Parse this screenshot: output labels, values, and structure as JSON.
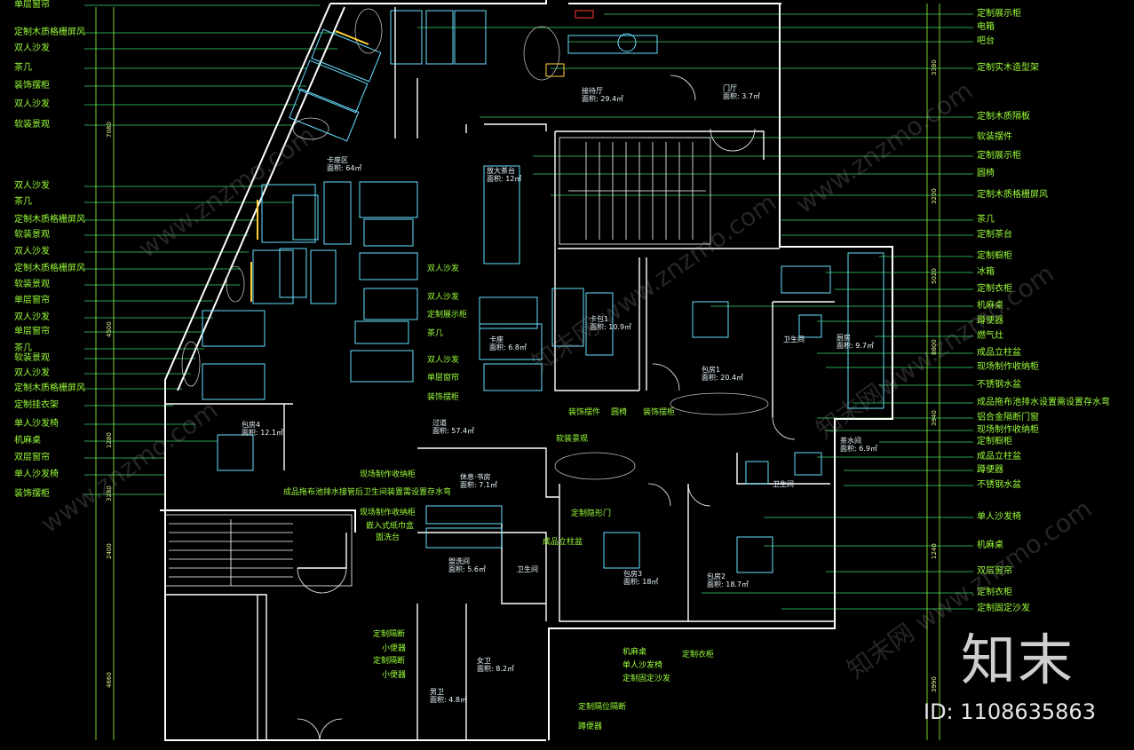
{
  "colors": {
    "background": "#000000",
    "label": "#9cff3a",
    "wall": "#ffffff",
    "furniture": "#66e0ff",
    "leader": "#39d96b",
    "accent_red": "#ff3b3b",
    "accent_yellow": "#ffd23a"
  },
  "left_labels": [
    "单层窗帘",
    "定制木质格栅屏风",
    "双人沙发",
    "茶几",
    "装饰摆柜",
    "双人沙发",
    "软装景观",
    "双人沙发",
    "茶几",
    "定制木质格栅屏风",
    "软装景观",
    "双人沙发",
    "定制木质格栅屏风",
    "软装景观",
    "单层窗帘",
    "双人沙发",
    "单层窗帘",
    "茶几",
    "软装景观",
    "双人沙发",
    "定制木质格栅屏风",
    "定制挂衣架",
    "单人沙发椅",
    "机麻桌",
    "双层窗帘",
    "单人沙发椅",
    "装饰摆柜"
  ],
  "right_labels": [
    "定制展示柜",
    "电箱",
    "吧台",
    "定制实木造型架",
    "定制木质隔板",
    "软装摆件",
    "定制展示柜",
    "圆椅",
    "定制木质格栅屏风",
    "茶几",
    "定制茶台",
    "定制橱柜",
    "冰箱",
    "定制衣柜",
    "机麻桌",
    "蹲便器",
    "燃气灶",
    "成品立柱盆",
    "现场制作收纳柜",
    "不锈钢水盆",
    "成品拖布池排水设置需设置存水弯",
    "铝合金隔断门窗",
    "现场制作收纳柜",
    "定制橱柜",
    "成品立柱盆",
    "蹲便器",
    "不锈钢水盆",
    "单人沙发椅",
    "机麻桌",
    "双层窗帘",
    "定制衣柜",
    "定制固定沙发"
  ],
  "rooms": [
    {
      "name": "接待厅",
      "area": "面积: 29.4㎡"
    },
    {
      "name": "门厅",
      "area": "面积: 3.7㎡"
    },
    {
      "name": "卡座区",
      "area": "面积: 64㎡"
    },
    {
      "name": "放大茶台",
      "area": "面积: 12㎡"
    },
    {
      "name": "卡包1",
      "area": "面积: 10.9㎡"
    },
    {
      "name": "卡座",
      "area": "面积: 6.8㎡"
    },
    {
      "name": "包房1",
      "area": "面积: 20.4㎡"
    },
    {
      "name": "卫生间",
      "area": ""
    },
    {
      "name": "厨房",
      "area": "面积: 9.7㎡"
    },
    {
      "name": "包房4",
      "area": "面积: 12.1㎡"
    },
    {
      "name": "过道",
      "area": "面积: 57.4㎡"
    },
    {
      "name": "茶水间",
      "area": "面积: 6.9㎡"
    },
    {
      "name": "休息·书房",
      "area": "面积: 7.1㎡"
    },
    {
      "name": "卫生间",
      "area": ""
    },
    {
      "name": "盥洗间",
      "area": "面积: 5.6㎡"
    },
    {
      "name": "卫生间",
      "area": ""
    },
    {
      "name": "包房3",
      "area": "面积: 18㎡"
    },
    {
      "name": "包房2",
      "area": "面积: 18.7㎡"
    },
    {
      "name": "女卫",
      "area": "面积: 8.2㎡"
    },
    {
      "name": "男卫",
      "area": "面积: 4.8㎡"
    }
  ],
  "callouts": [
    "双人沙发",
    "双人沙发",
    "定制展示柜",
    "茶几",
    "双人沙发",
    "单层窗帘",
    "装饰摆柜",
    "装饰摆件",
    "圆椅",
    "装饰摆柜",
    "软装景观",
    "现场制作收纳柜",
    "成品拖布池排水接管后卫生间装置需设置存水弯",
    "现场制作收纳柜",
    "嵌入式纸巾盒",
    "盥洗台",
    "定制隐形门",
    "成品立柱盆",
    "定制隔断",
    "小便器",
    "定制隔断",
    "小便器",
    "机麻桌",
    "单人沙发椅",
    "定制固定沙发",
    "定制衣柜",
    "定制隔位隔断",
    "蹲便器"
  ],
  "dimensions_left": [
    "7080",
    "4500",
    "1280",
    "3280",
    "2400",
    "4660"
  ],
  "dimensions_right": [
    "3380",
    "3200",
    "5020",
    "8800",
    "3940",
    "1240",
    "3990"
  ],
  "watermark": {
    "logo": "知末",
    "id": "ID: 1108635863",
    "diagonal": [
      "www.znzmo.com",
      "www.znzmo.com",
      "www.znzmo.com",
      "知末网 www.znzmo.com",
      "知末网www.znzmo.com",
      "知末网 www.znzmo.com"
    ]
  }
}
